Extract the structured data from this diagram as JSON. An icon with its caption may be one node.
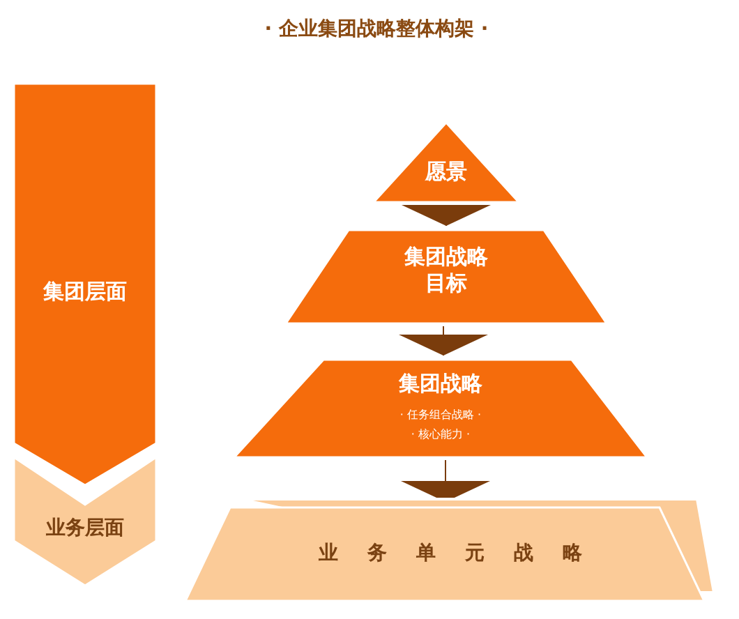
{
  "diagram": {
    "title": "· 企业集团战略整体构架 ·",
    "nodes": [
      {
        "text": [
          "集团层面"
        ]
      },
      {
        "text": [
          "业务层面"
        ]
      },
      {
        "text": [
          "愿景"
        ]
      },
      {
        "text": [
          "集团战略目标"
        ]
      },
      {
        "text": [
          "集团战略",
          "· 任务组合战略 ·",
          "· 核心能力 ·"
        ]
      },
      {
        "text": [
          "业务单元战略"
        ]
      }
    ],
    "edges": [
      {
        "from": 2,
        "to": 3,
        "arrow": "to"
      },
      {
        "from": 3,
        "to": 4,
        "arrow": "to"
      },
      {
        "from": 4,
        "to": 5,
        "arrow": "to"
      }
    ]
  }
}
